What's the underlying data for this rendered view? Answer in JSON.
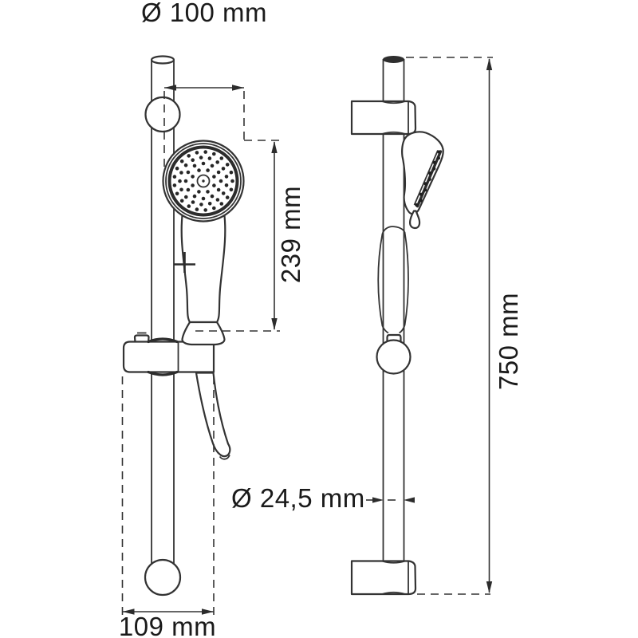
{
  "drawing": {
    "background_color": "#ffffff",
    "line_color": "#333333",
    "text_color": "#1a1a1a",
    "dimensions": {
      "head_diameter": "Ø 100 mm",
      "handshower_length": "239 mm",
      "bar_length": "750 mm",
      "bar_diameter": "Ø 24,5 mm",
      "bottom_span": "109 mm"
    }
  }
}
